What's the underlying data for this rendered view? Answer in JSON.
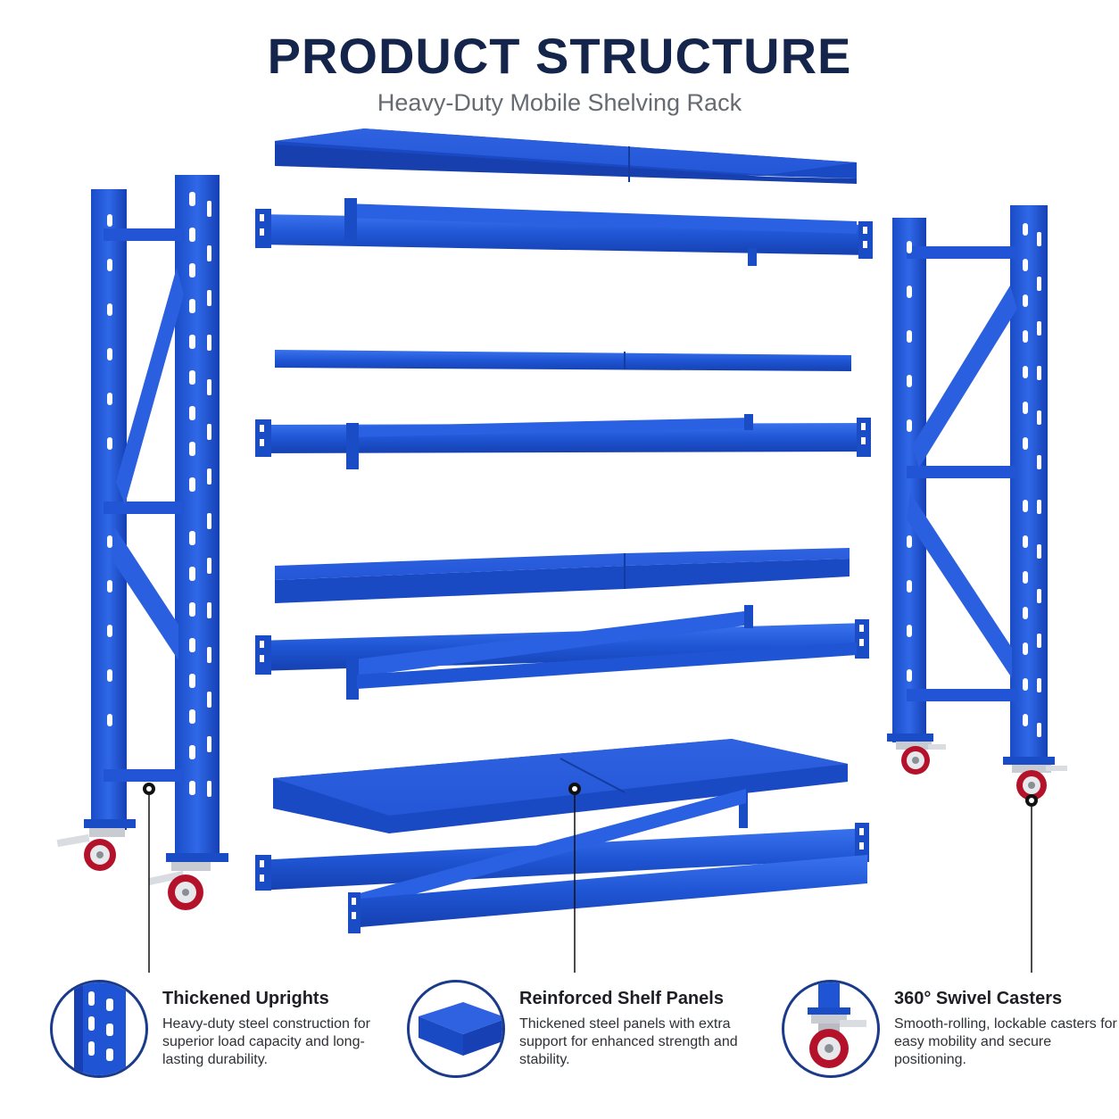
{
  "header": {
    "title": "PRODUCT STRUCTURE",
    "subtitle": "Heavy-Duty Mobile Shelving Rack"
  },
  "colors": {
    "steel_blue": "#1f55d4",
    "steel_blue_dark": "#1238a8",
    "steel_blue_light": "#4a7df0",
    "title_navy": "#14244a",
    "wheel_red": "#b3122a",
    "callout_line": "#111111"
  },
  "features": [
    {
      "icon": "upright-closeup-icon",
      "title": "Thickened Uprights",
      "description": "Heavy-duty steel construction for superior load capacity and long-lasting durability."
    },
    {
      "icon": "shelf-panel-closeup-icon",
      "title": "Reinforced Shelf Panels",
      "description": "Thickened steel panels with extra support for enhanced strength and stability."
    },
    {
      "icon": "swivel-caster-closeup-icon",
      "title": "360° Swivel Casters",
      "description": "Smooth-rolling, lockable casters for easy mobility and secure positioning."
    }
  ]
}
